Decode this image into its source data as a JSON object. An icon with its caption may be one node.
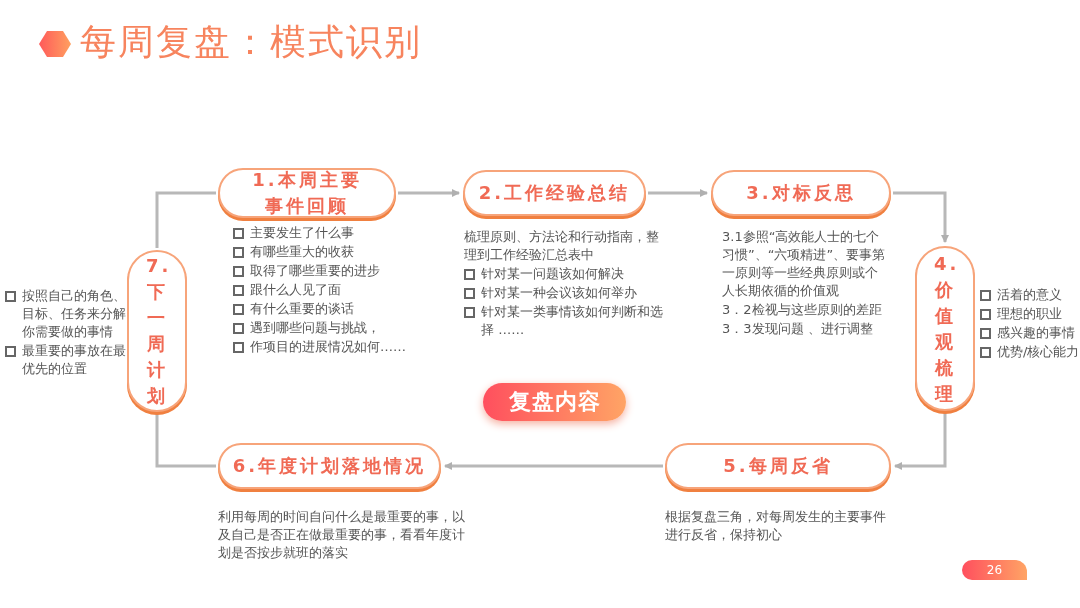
{
  "diagram": {
    "title": "每周复盘：模式识别",
    "nodes": [
      {
        "text": [
          "1.本周主要事件回顾"
        ],
        "beside": [
          "主要发生了什么事",
          "有哪些重大的收获",
          "取得了哪些重要的进步",
          "跟什么人见了面",
          "有什么重要的谈话",
          "遇到哪些问题与挑战，",
          "作项目的进展情况如何……"
        ]
      },
      {
        "text": [
          "2.工作经验总结"
        ],
        "beside": [
          "梳理原则、方法论和行动指南，整理到工作经验汇总表中",
          "针对某一问题该如何解决",
          "针对某一种会议该如何举办",
          "针对某一类事情该如何判断和选择 ……"
        ]
      },
      {
        "text": [
          "3.对标反思"
        ],
        "beside": [
          "3.1参照“高效能人士的七个习惯”、“六项精进”、要事第一原则等一些经典原则或个人长期依循的价值观",
          "3．2检视与这些原则的差距",
          "3．3发现问题 、进行调整"
        ]
      },
      {
        "text": [
          "4.价值观梳理"
        ],
        "beside": [
          "活着的意义",
          "理想的职业",
          "感兴趣的事情",
          "优势/核心能力"
        ]
      },
      {
        "text": [
          "5.每周反省"
        ],
        "beside": [
          "根据复盘三角，对每周发生的主要事件进行反省，保持初心"
        ]
      },
      {
        "text": [
          "6.年度计划落地情况"
        ],
        "beside": [
          "利用每周的时间自问什么是最重要的事，以及自己是否正在做最重要的事，看看年度计划是否按步就班的落实"
        ]
      },
      {
        "text": [
          "7.下一周计划"
        ],
        "beside": [
          "按照自己的角色、目标、任务来分解你需要做的事情",
          "最重要的事放在最优先的位置"
        ]
      },
      {
        "text": [
          "复盘内容"
        ]
      }
    ],
    "edges": [
      {
        "from": 0,
        "to": 1,
        "arrow": "to"
      },
      {
        "from": 1,
        "to": 2,
        "arrow": "to"
      },
      {
        "from": 2,
        "to": 3,
        "arrow": "to"
      },
      {
        "from": 3,
        "to": 4,
        "arrow": "to"
      },
      {
        "from": 4,
        "to": 5,
        "arrow": "to"
      },
      {
        "from": 5,
        "to": 6,
        "arrow": "none"
      },
      {
        "from": 6,
        "to": 0,
        "arrow": "none"
      }
    ],
    "labels": [
      "26"
    ]
  }
}
